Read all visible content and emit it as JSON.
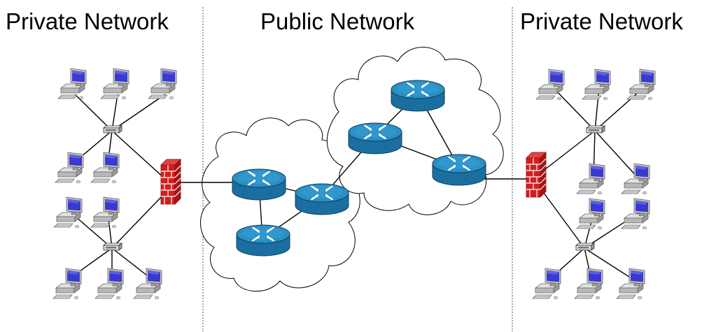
{
  "titles": {
    "left": "Private Network",
    "center": "Public Network",
    "right": "Private Network"
  },
  "icons": {
    "workstation": "desktop-computer-icon",
    "switch": "network-switch-icon",
    "firewall": "brick-firewall-icon",
    "router": "router-icon",
    "cloud": "network-cloud-icon"
  },
  "colors": {
    "router_top": "#2a8fc4",
    "router_side": "#1b6fa0",
    "firewall": "#d41e1e",
    "firewall_mortar": "#ffffff",
    "monitor_screen": "#3a3ad0",
    "case_gray": "#b8b8b8",
    "line": "#000000",
    "divider": "#555555"
  },
  "diagram": {
    "dividers": 2,
    "private_left": {
      "switches": 2,
      "workstations": 10,
      "firewalls": 1
    },
    "public": {
      "clouds": 2,
      "routers": 6
    },
    "private_right": {
      "switches": 2,
      "workstations": 10,
      "firewalls": 1
    }
  }
}
